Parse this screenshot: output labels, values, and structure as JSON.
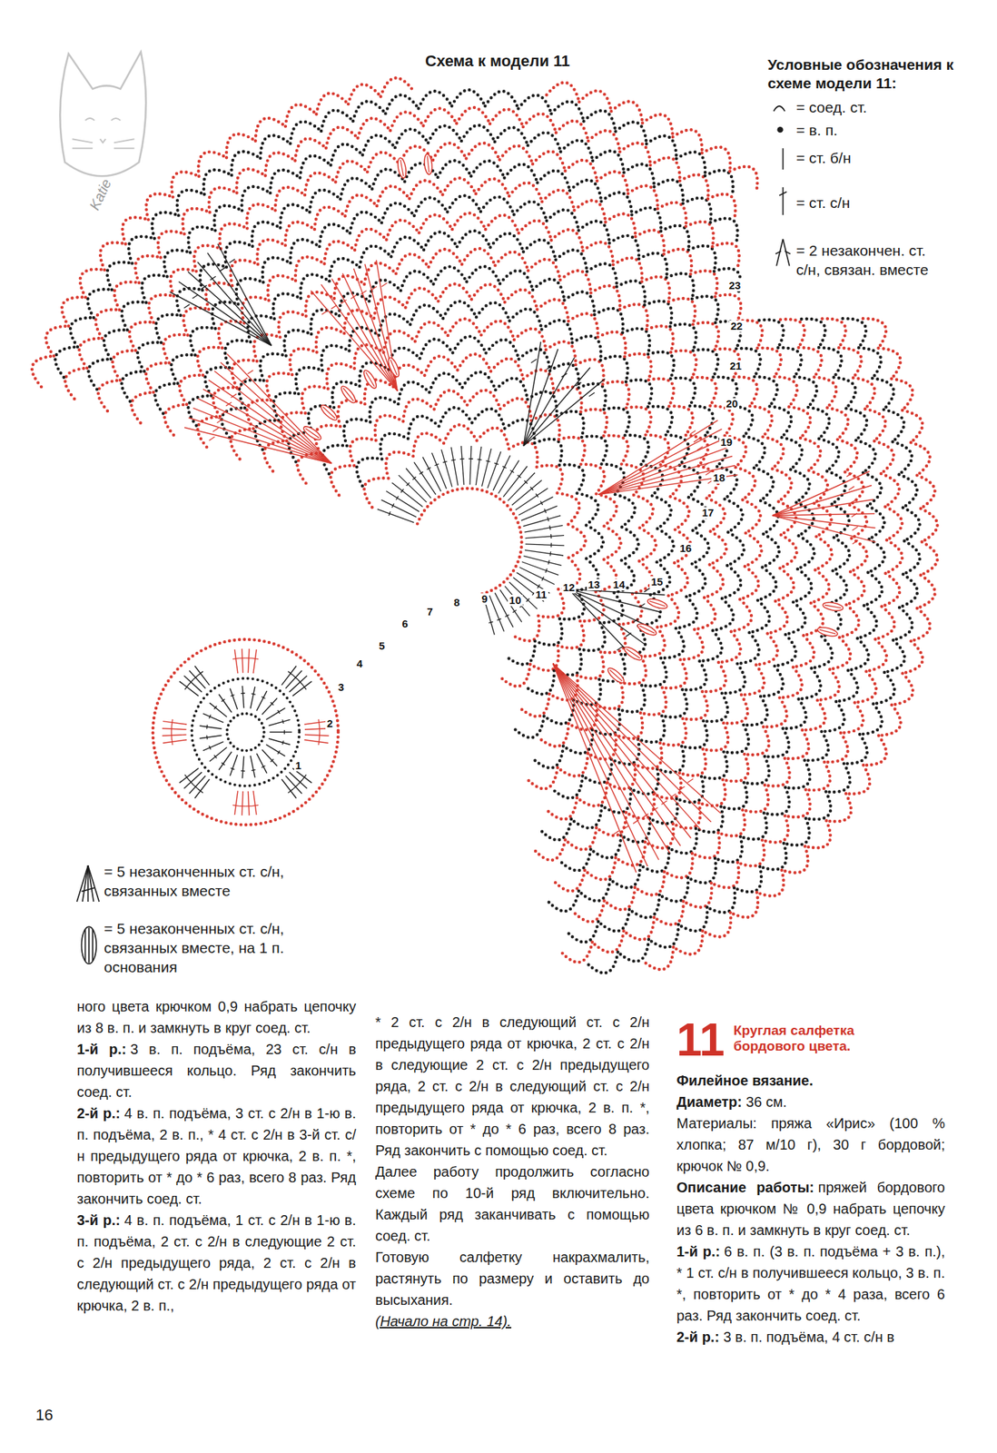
{
  "diagram": {
    "title": "Схема к модели 11",
    "labels": [
      "Условные обозначения к схеме модели 11:",
      "1",
      "2",
      "3",
      "4",
      "5",
      "6",
      "7",
      "8",
      "9",
      "10",
      "11",
      "12",
      "13",
      "14",
      "15",
      "16",
      "17",
      "18",
      "19",
      "20",
      "21",
      "22",
      "23",
      "ного цвета крючком 0,9 набрать цепочку из 8 в. п. и замкнуть в круг соед. ст.",
      "1-й р.:",
      "3 в. п. подъёма, 23 ст. с/н в получившееся кольцо. Ряд закончить соед. ст.",
      "2-й р.:",
      "4 в. п. подъёма, 3 ст. с 2/н в 1-ю в. п. подъёма, 2 в. п., * 4 ст. с 2/н в 3-й ст. с/н предыдущего ряда от крючка, 2 в. п. *, повторить от * до * 6 раз, всего 8 раз. Ряд закончить соед. ст.",
      "3-й р.:",
      "4 в. п. подъёма, 1 ст. с 2/н в 1-ю в. п. подъёма, 2 ст. с 2/н в следующие 2 ст. с 2/н предыдущего ряда, 2 ст. с 2/н в следующий ст. с 2/н предыдущего ряда от крючка, 2 в. п.,",
      "* 2 ст. с 2/н в следующий ст. с 2/н предыдущего ряда от крючка, 2 ст. с 2/н в следующие 2 ст. с 2/н предыдущего ряда, 2 ст. с 2/н в следующий ст. с 2/н предыдущего ряда от крючка, 2 в. п. *, повторить от * до * 6 раз, всего 8 раз. Ряд закончить с помощью соед. ст.",
      "Далее работу продолжить согласно схеме по 10-й ряд включительно. Каждый ряд заканчивать с помощью соед. ст.",
      "Готовую салфетку накрахмалить, растянуть по размеру и оставить до высыхания.",
      "(Начало на стр. 14).",
      "11",
      "Круглая салфетка бордового цвета.",
      "Филейное вязание.",
      "Диаметр:",
      "36 см.",
      "Материалы: пряжа «Ирис» (100 % хлопка; 87 м/10 г), 30 г бордовой; крючок № 0,9.",
      "Описание работы:",
      "пряжей бордового цвета крючком № 0,9 набрать цепочку из 6 в. п. и замкнуть в круг соед. ст.",
      "1-й р.:",
      "6 в. п. (3 в. п. подъёма + 3 в. п.), * 1 ст. с/н в получившееся кольцо, 3 в. п. *, повторить от * до * 4 раза, всего 6 раз. Ряд закончить соед. ст.",
      "2-й р.:",
      "3 в. п. подъёма, 4 ст. с/н в",
      "16",
      "Katie"
    ],
    "legend": [
      {
        "text": "= соед. ст."
      },
      {
        "text": "= в. п."
      },
      {
        "text": "= ст. б/н"
      },
      {
        "text": "= ст. с/н"
      },
      {
        "text": "= 2 незакончен. ст. с/н, связан. вместе"
      },
      {
        "text": "= 5 незаконченных ст. с/н, связанных вместе"
      },
      {
        "text": "= 5 незаконченных ст. с/н, связанных вместе, на 1 п. основания"
      }
    ]
  }
}
